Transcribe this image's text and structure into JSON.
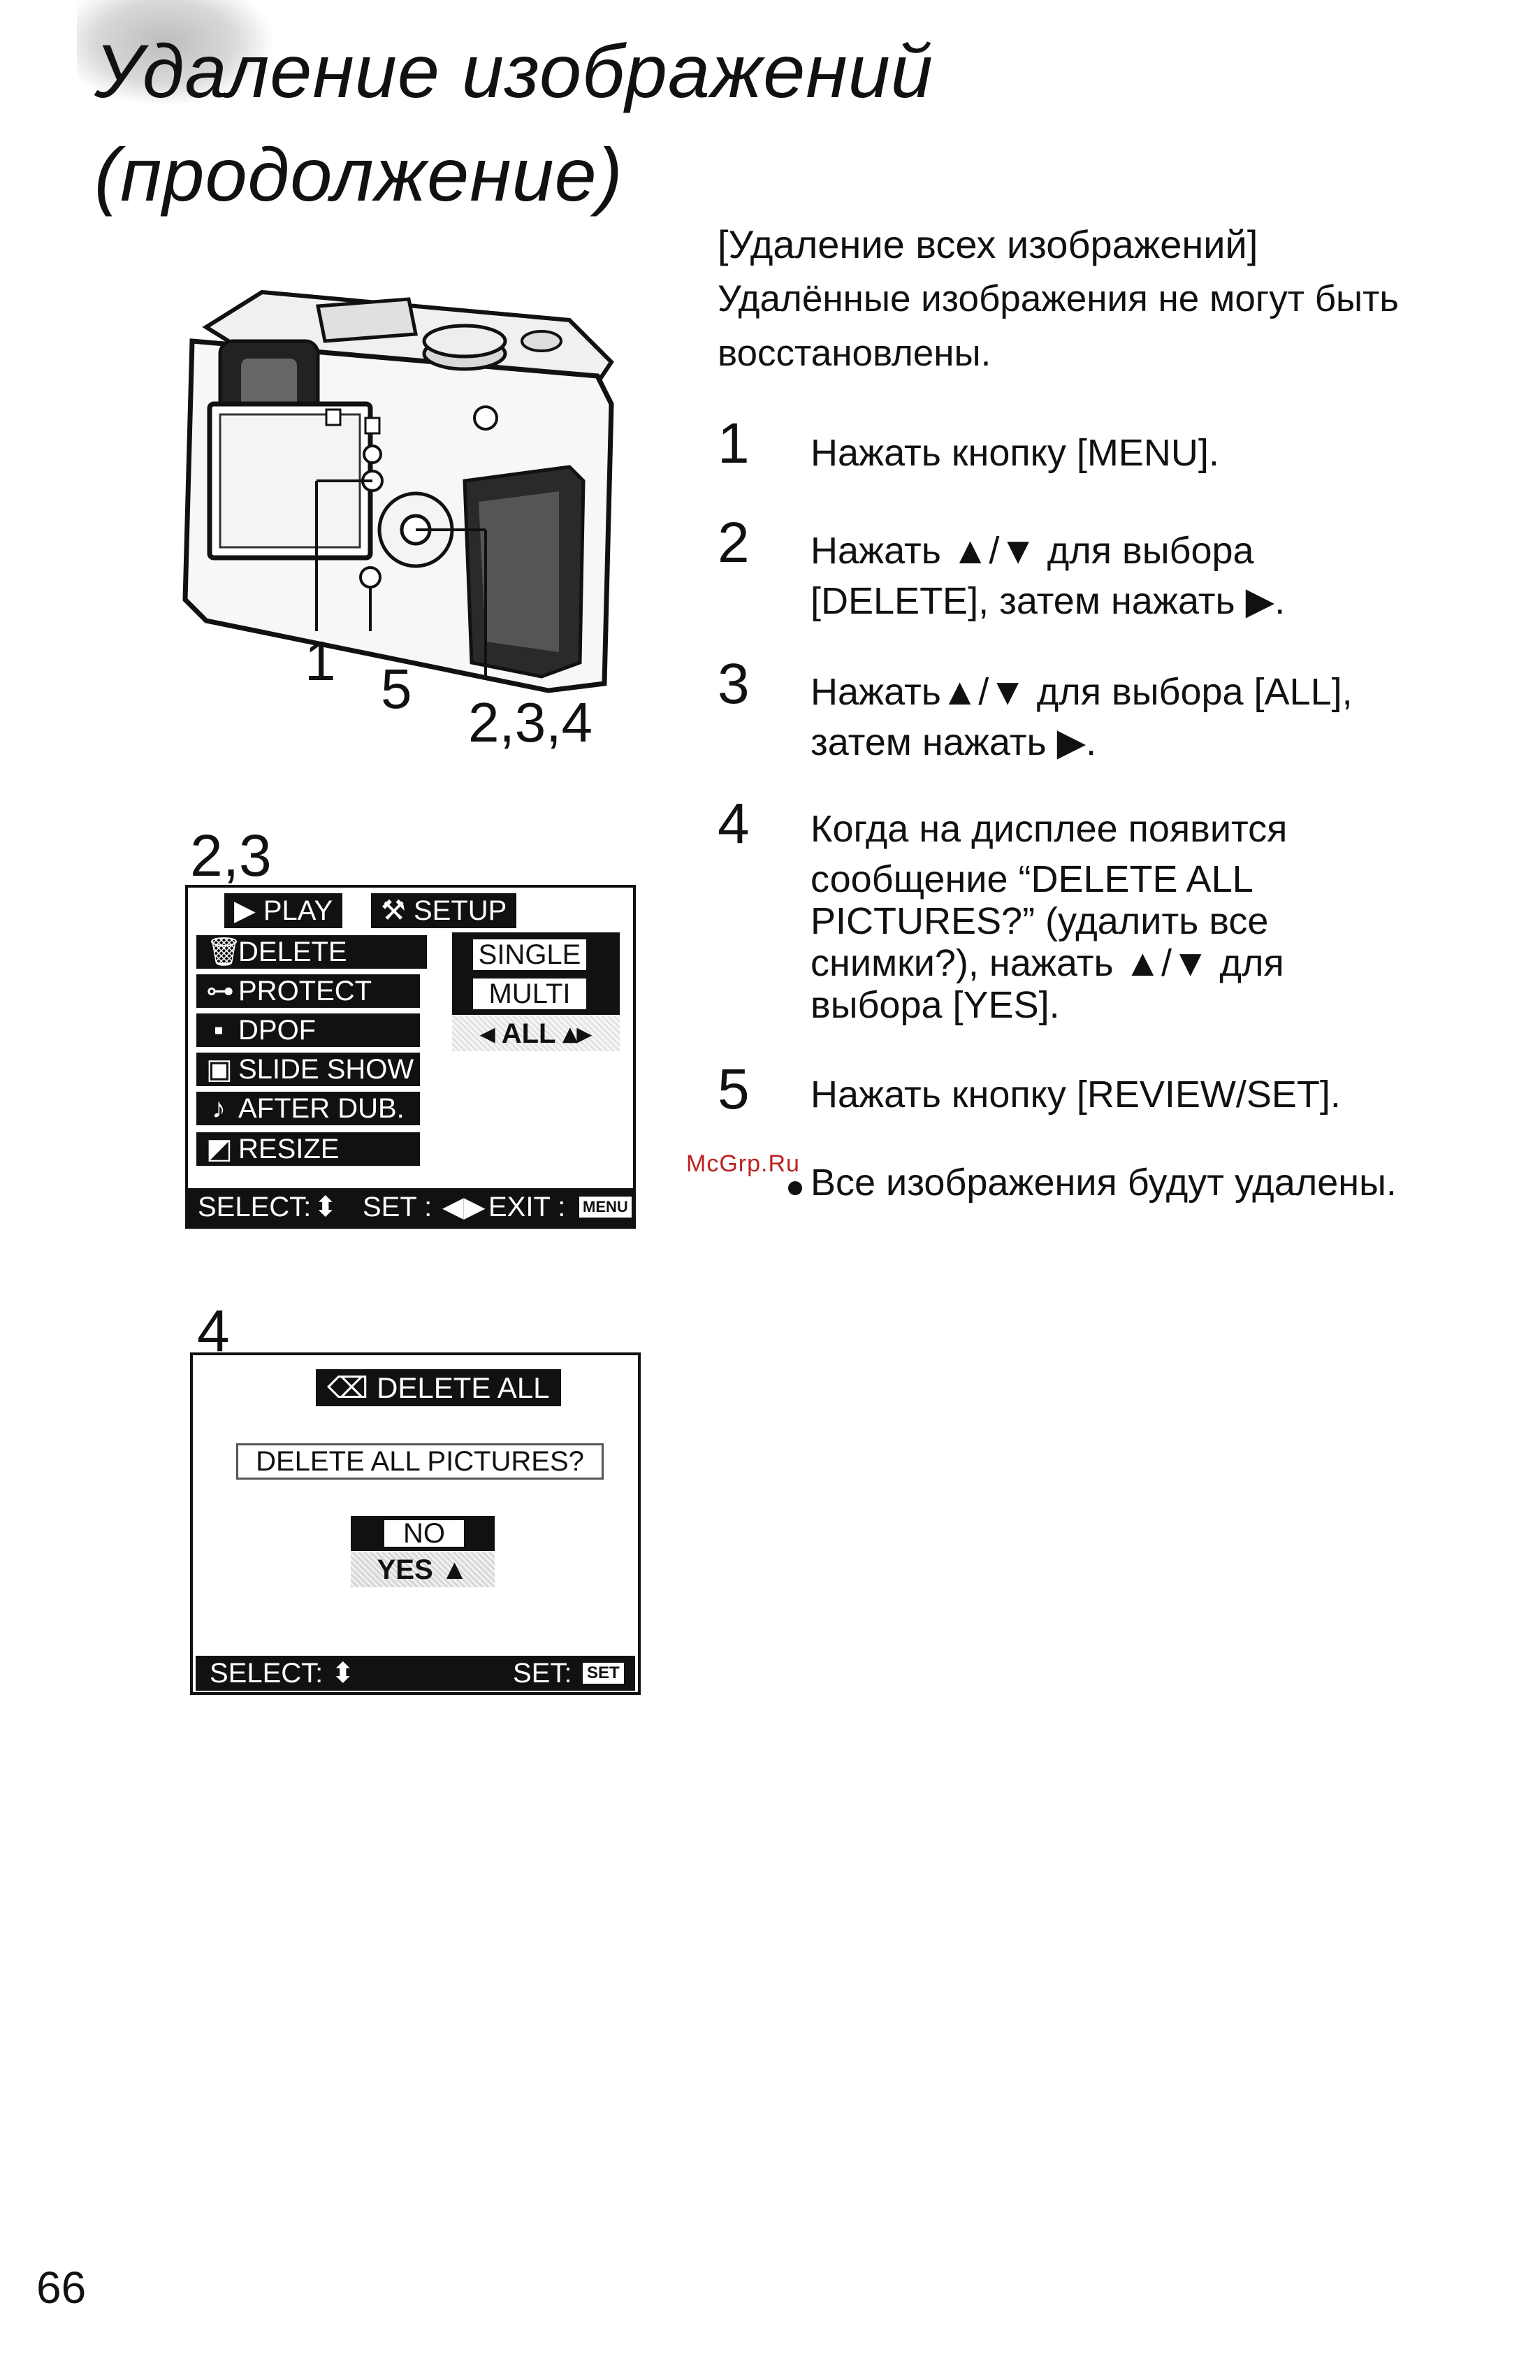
{
  "title": {
    "line1": "Удаление изображений",
    "line2": "(продолжение)"
  },
  "section": {
    "heading": "[Удаление всех изображений]",
    "note_line1": "Удалённые изображения не могут быть",
    "note_line2": "восстановлены."
  },
  "steps": [
    {
      "num": "1",
      "lines": [
        "Нажать кнопку [MENU]."
      ]
    },
    {
      "num": "2",
      "lines": [
        "Нажать ▲/▼  для выбора",
        "[DELETE], затем нажать ▶."
      ]
    },
    {
      "num": "3",
      "lines": [
        "Нажать▲/▼  для выбора [ALL],",
        "затем нажать ▶."
      ]
    },
    {
      "num": "4",
      "lines": [
        "Когда на дисплее появится",
        "сообщение “DELETE ALL",
        "PICTURES?” (удалить все",
        "снимки?), нажать ▲/▼ для",
        "выбора [YES]."
      ]
    },
    {
      "num": "5",
      "lines": [
        "Нажать кнопку [REVIEW/SET]."
      ]
    }
  ],
  "result": "Все изображения будут удалены.",
  "watermark": "McGrp.Ru",
  "camera": {
    "callouts": [
      "1",
      "5",
      "2,3,4"
    ]
  },
  "menu_screen": {
    "label": "2,3",
    "tab_play": "PLAY",
    "tab_setup": "SETUP",
    "items": [
      {
        "icon": "trash-icon",
        "glyph": "🗑",
        "label": "DELETE"
      },
      {
        "icon": "key-icon",
        "glyph": "⊶",
        "label": "PROTECT"
      },
      {
        "icon": "dpof-icon",
        "glyph": "▪",
        "label": "DPOF"
      },
      {
        "icon": "slideshow-icon",
        "glyph": "▣",
        "label": "SLIDE SHOW"
      },
      {
        "icon": "mic-icon",
        "glyph": "♪",
        "label": "AFTER DUB."
      },
      {
        "icon": "resize-icon",
        "glyph": "◩",
        "label": "RESIZE"
      }
    ],
    "options": {
      "single": "SINGLE",
      "multi": "MULTI",
      "all": "ALL"
    },
    "bar": {
      "select": "SELECT:",
      "set": "SET :",
      "exit": "EXIT :",
      "menu_key": "MENU"
    }
  },
  "delete_screen": {
    "label": "4",
    "header": "DELETE ALL",
    "question": "DELETE ALL PICTURES?",
    "no": "NO",
    "yes": "YES",
    "bar_select": "SELECT:",
    "bar_set": "SET:",
    "set_key": "SET"
  },
  "page_number": "66"
}
